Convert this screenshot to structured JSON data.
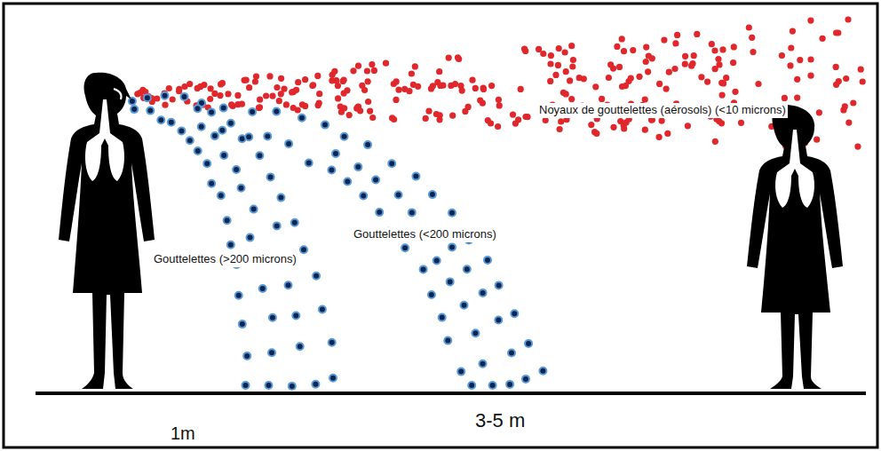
{
  "diagram": {
    "labels": [
      "Noyaux de gouttelettes (aérosols) (<10 microns)",
      "Gouttelettes (<200 microns)",
      "Gouttelettes (>200 microns)",
      "1m",
      "3-5 m"
    ]
  }
}
